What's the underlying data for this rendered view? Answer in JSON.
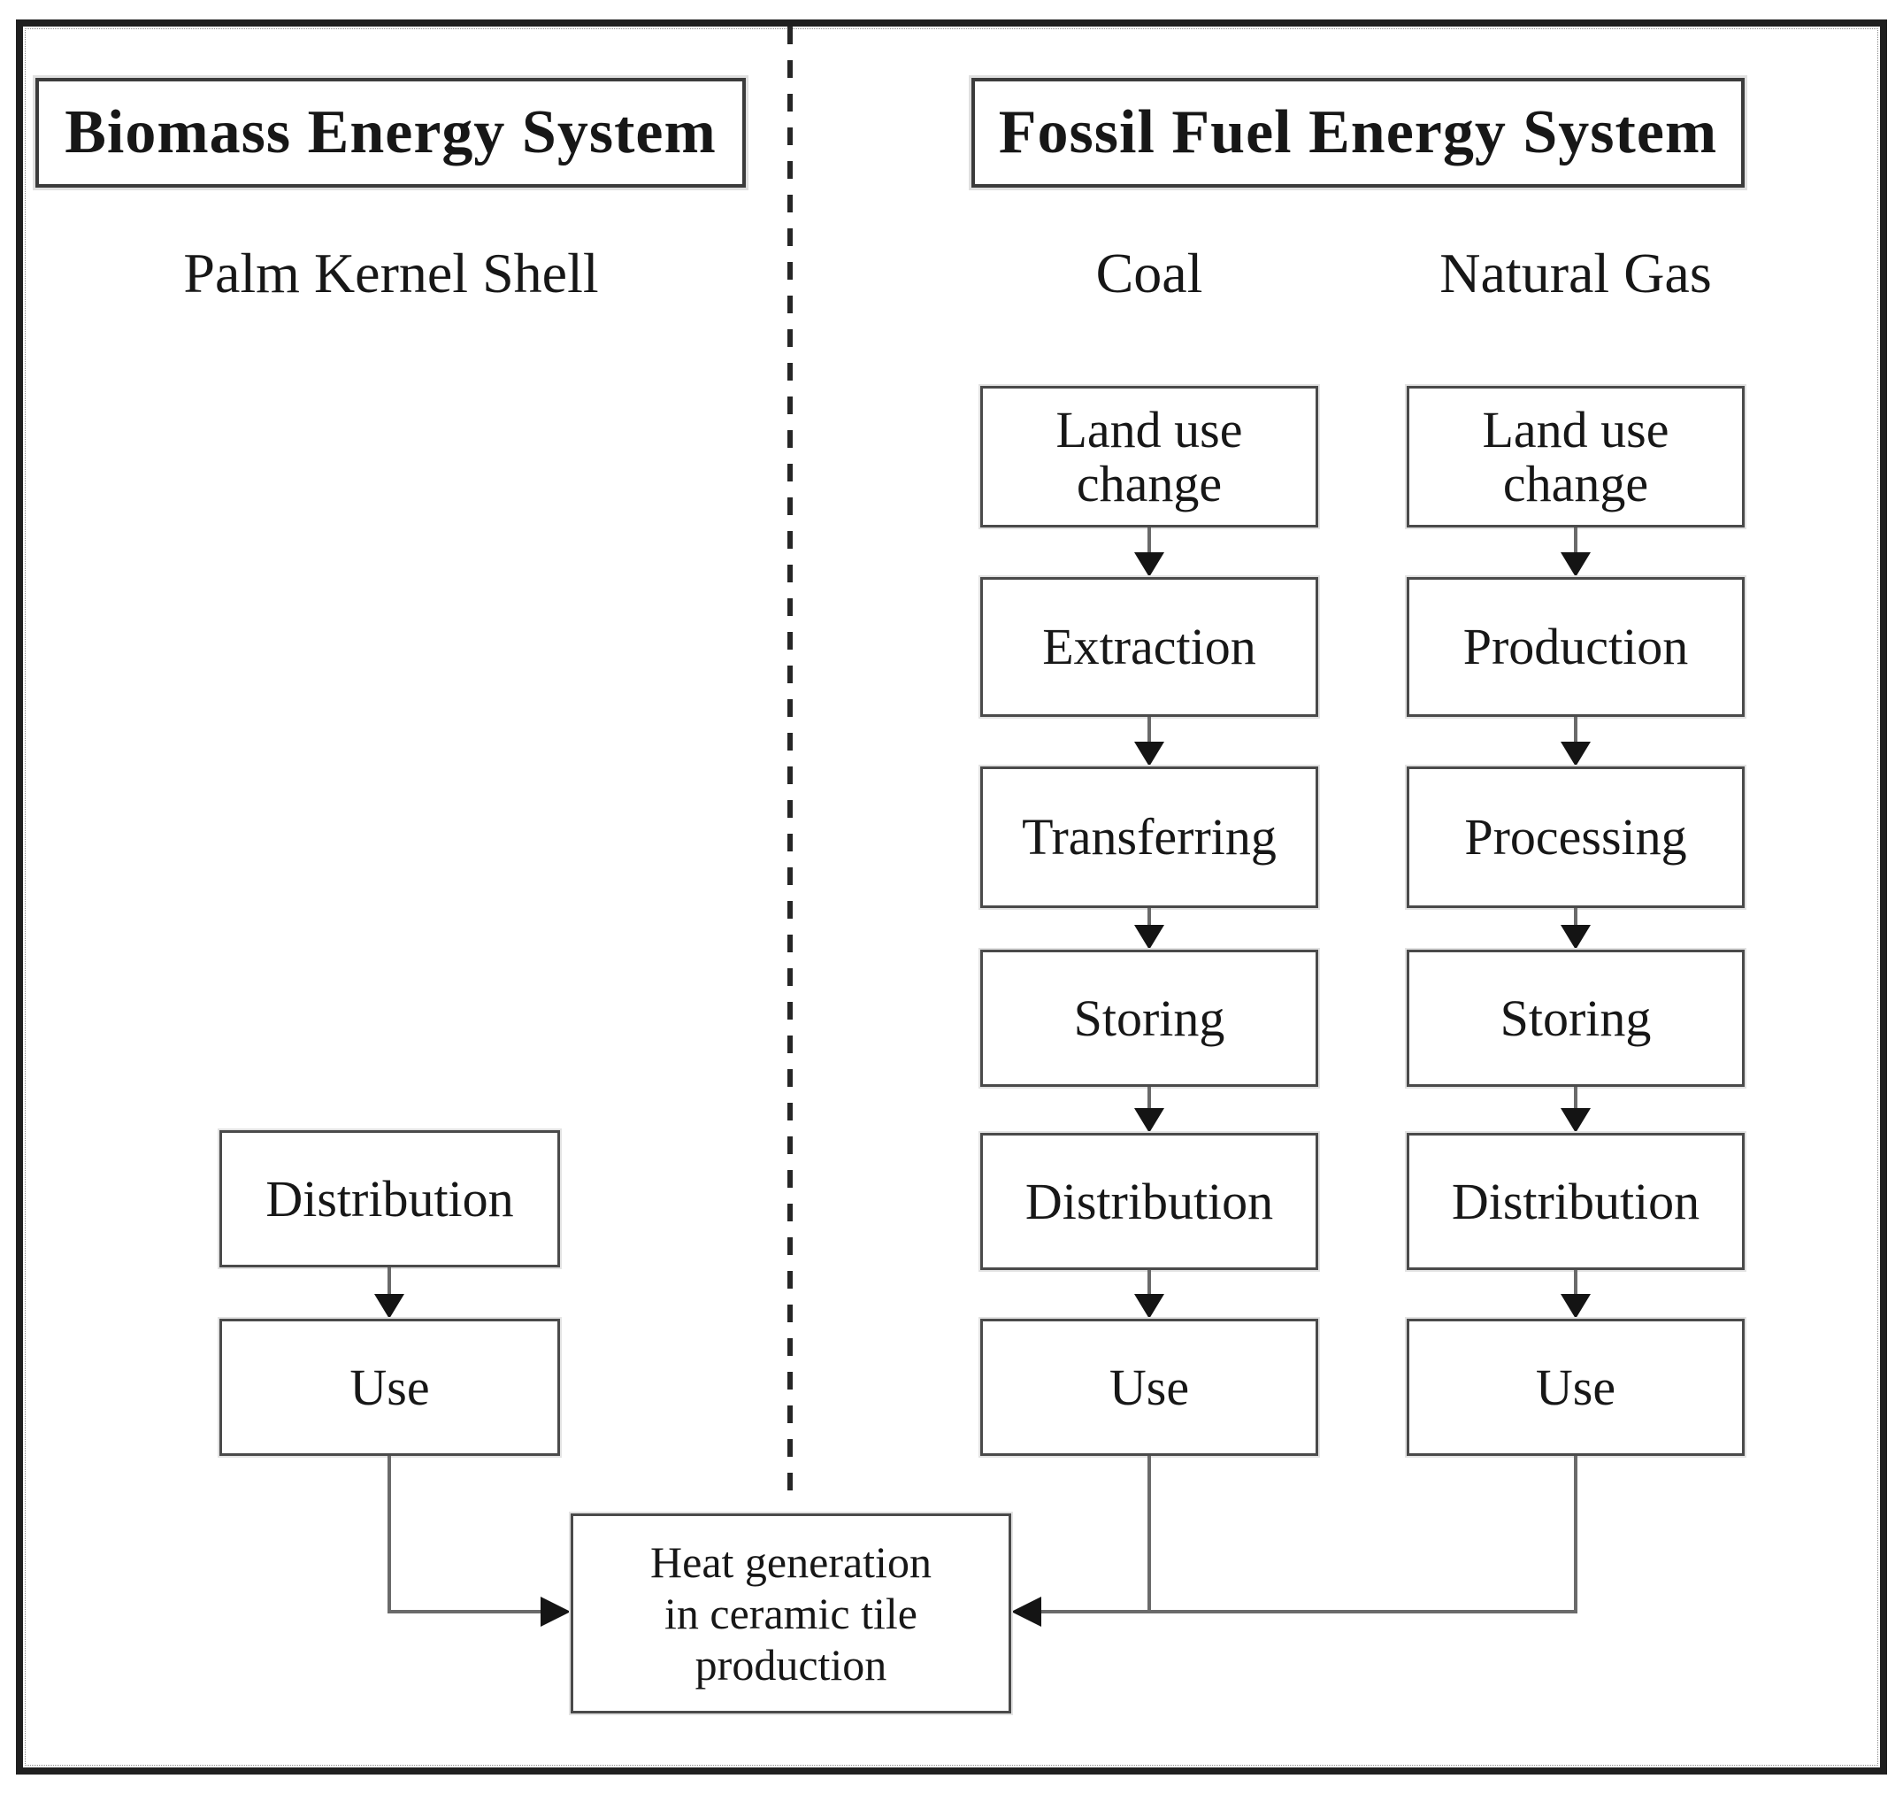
{
  "diagram": {
    "left_system": {
      "title": "Biomass Energy System",
      "fuel": "Palm Kernel Shell",
      "steps": [
        "Distribution",
        "Use"
      ]
    },
    "right_system": {
      "title": "Fossil Fuel Energy System",
      "columns": [
        {
          "fuel": "Coal",
          "steps": [
            "Land use change",
            "Extraction",
            "Transferring",
            "Storing",
            "Distribution",
            "Use"
          ]
        },
        {
          "fuel": "Natural Gas",
          "steps": [
            "Land use change",
            "Production",
            "Processing",
            "Storing",
            "Distribution",
            "Use"
          ]
        }
      ]
    },
    "sink": {
      "lines": [
        "Heat generation",
        "in ceramic tile",
        "production"
      ]
    },
    "colors": {
      "ink": "#171717",
      "box_border": "#4a4a4a",
      "frame": "#1f1f1f",
      "connector": "#6a6a6a",
      "arrowhead": "#141414",
      "background": "#ffffff"
    }
  }
}
